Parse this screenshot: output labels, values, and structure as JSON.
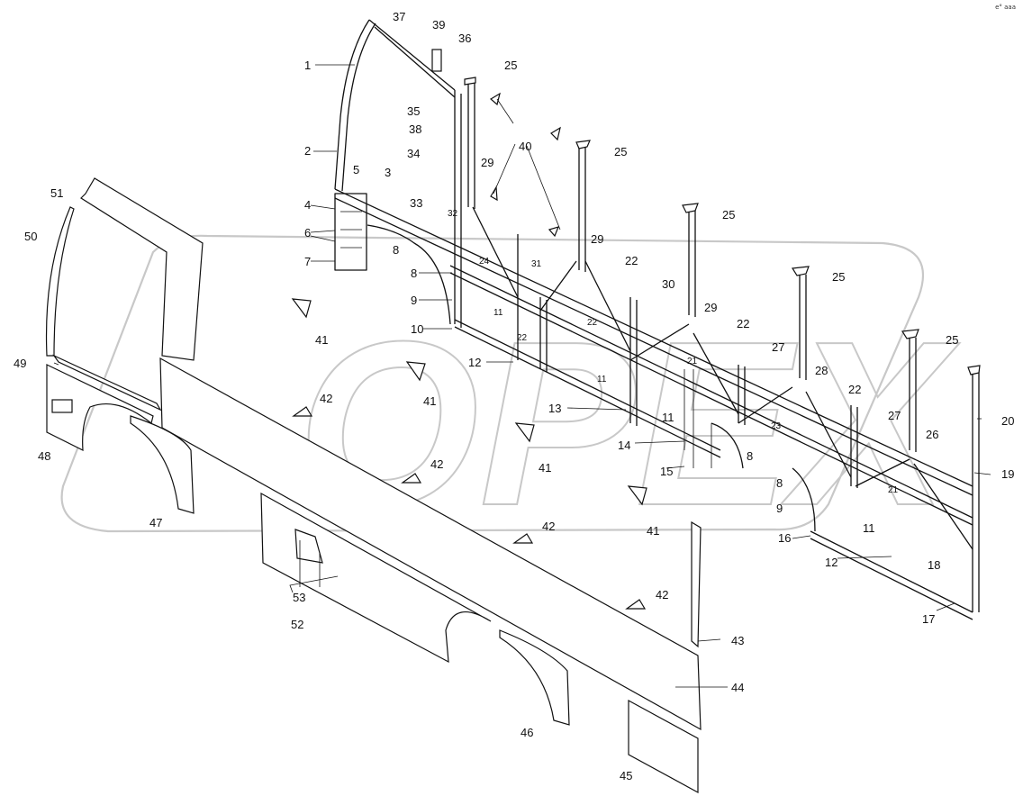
{
  "corner_mark": "e° aaa",
  "watermark": {
    "text": "OPEX",
    "color": "#c8c8c8"
  },
  "callouts": [
    {
      "id": "c1",
      "text": "1"
    },
    {
      "id": "c2",
      "text": "2"
    },
    {
      "id": "c3",
      "text": "3"
    },
    {
      "id": "c4",
      "text": "4"
    },
    {
      "id": "c5",
      "text": "5"
    },
    {
      "id": "c6",
      "text": "6"
    },
    {
      "id": "c7",
      "text": "7"
    },
    {
      "id": "c8a",
      "text": "8"
    },
    {
      "id": "c8b",
      "text": "8"
    },
    {
      "id": "c8c",
      "text": "8"
    },
    {
      "id": "c8d",
      "text": "8"
    },
    {
      "id": "c9a",
      "text": "9"
    },
    {
      "id": "c9b",
      "text": "9"
    },
    {
      "id": "c10",
      "text": "10"
    },
    {
      "id": "c11a",
      "text": "11"
    },
    {
      "id": "c11b",
      "text": "11"
    },
    {
      "id": "c11c",
      "text": "11"
    },
    {
      "id": "c11d",
      "text": "11"
    },
    {
      "id": "c12a",
      "text": "12"
    },
    {
      "id": "c12b",
      "text": "12"
    },
    {
      "id": "c13",
      "text": "13"
    },
    {
      "id": "c14",
      "text": "14"
    },
    {
      "id": "c15",
      "text": "15"
    },
    {
      "id": "c16",
      "text": "16"
    },
    {
      "id": "c17",
      "text": "17"
    },
    {
      "id": "c18",
      "text": "18"
    },
    {
      "id": "c19",
      "text": "19"
    },
    {
      "id": "c20",
      "text": "20"
    },
    {
      "id": "c21a",
      "text": "21"
    },
    {
      "id": "c21b",
      "text": "21"
    },
    {
      "id": "c22a",
      "text": "22"
    },
    {
      "id": "c22b",
      "text": "22"
    },
    {
      "id": "c22c",
      "text": "22"
    },
    {
      "id": "c22d",
      "text": "22"
    },
    {
      "id": "c22e",
      "text": "22"
    },
    {
      "id": "c23",
      "text": "23"
    },
    {
      "id": "c24",
      "text": "24"
    },
    {
      "id": "c25a",
      "text": "25"
    },
    {
      "id": "c25b",
      "text": "25"
    },
    {
      "id": "c25c",
      "text": "25"
    },
    {
      "id": "c25d",
      "text": "25"
    },
    {
      "id": "c25e",
      "text": "25"
    },
    {
      "id": "c26",
      "text": "26"
    },
    {
      "id": "c27a",
      "text": "27"
    },
    {
      "id": "c27b",
      "text": "27"
    },
    {
      "id": "c28",
      "text": "28"
    },
    {
      "id": "c29a",
      "text": "29"
    },
    {
      "id": "c29b",
      "text": "29"
    },
    {
      "id": "c29c",
      "text": "29"
    },
    {
      "id": "c30",
      "text": "30"
    },
    {
      "id": "c31",
      "text": "31"
    },
    {
      "id": "c32",
      "text": "32"
    },
    {
      "id": "c33",
      "text": "33"
    },
    {
      "id": "c34",
      "text": "34"
    },
    {
      "id": "c35",
      "text": "35"
    },
    {
      "id": "c36",
      "text": "36"
    },
    {
      "id": "c37",
      "text": "37"
    },
    {
      "id": "c38",
      "text": "38"
    },
    {
      "id": "c39",
      "text": "39"
    },
    {
      "id": "c40",
      "text": "40"
    },
    {
      "id": "c41a",
      "text": "41"
    },
    {
      "id": "c41b",
      "text": "41"
    },
    {
      "id": "c41c",
      "text": "41"
    },
    {
      "id": "c41d",
      "text": "41"
    },
    {
      "id": "c42a",
      "text": "42"
    },
    {
      "id": "c42b",
      "text": "42"
    },
    {
      "id": "c42c",
      "text": "42"
    },
    {
      "id": "c42d",
      "text": "42"
    },
    {
      "id": "c43",
      "text": "43"
    },
    {
      "id": "c44",
      "text": "44"
    },
    {
      "id": "c45",
      "text": "45"
    },
    {
      "id": "c46",
      "text": "46"
    },
    {
      "id": "c47",
      "text": "47"
    },
    {
      "id": "c48",
      "text": "48"
    },
    {
      "id": "c49",
      "text": "49"
    },
    {
      "id": "c50",
      "text": "50"
    },
    {
      "id": "c51",
      "text": "51"
    },
    {
      "id": "c52",
      "text": "52"
    },
    {
      "id": "c53",
      "text": "53"
    }
  ]
}
